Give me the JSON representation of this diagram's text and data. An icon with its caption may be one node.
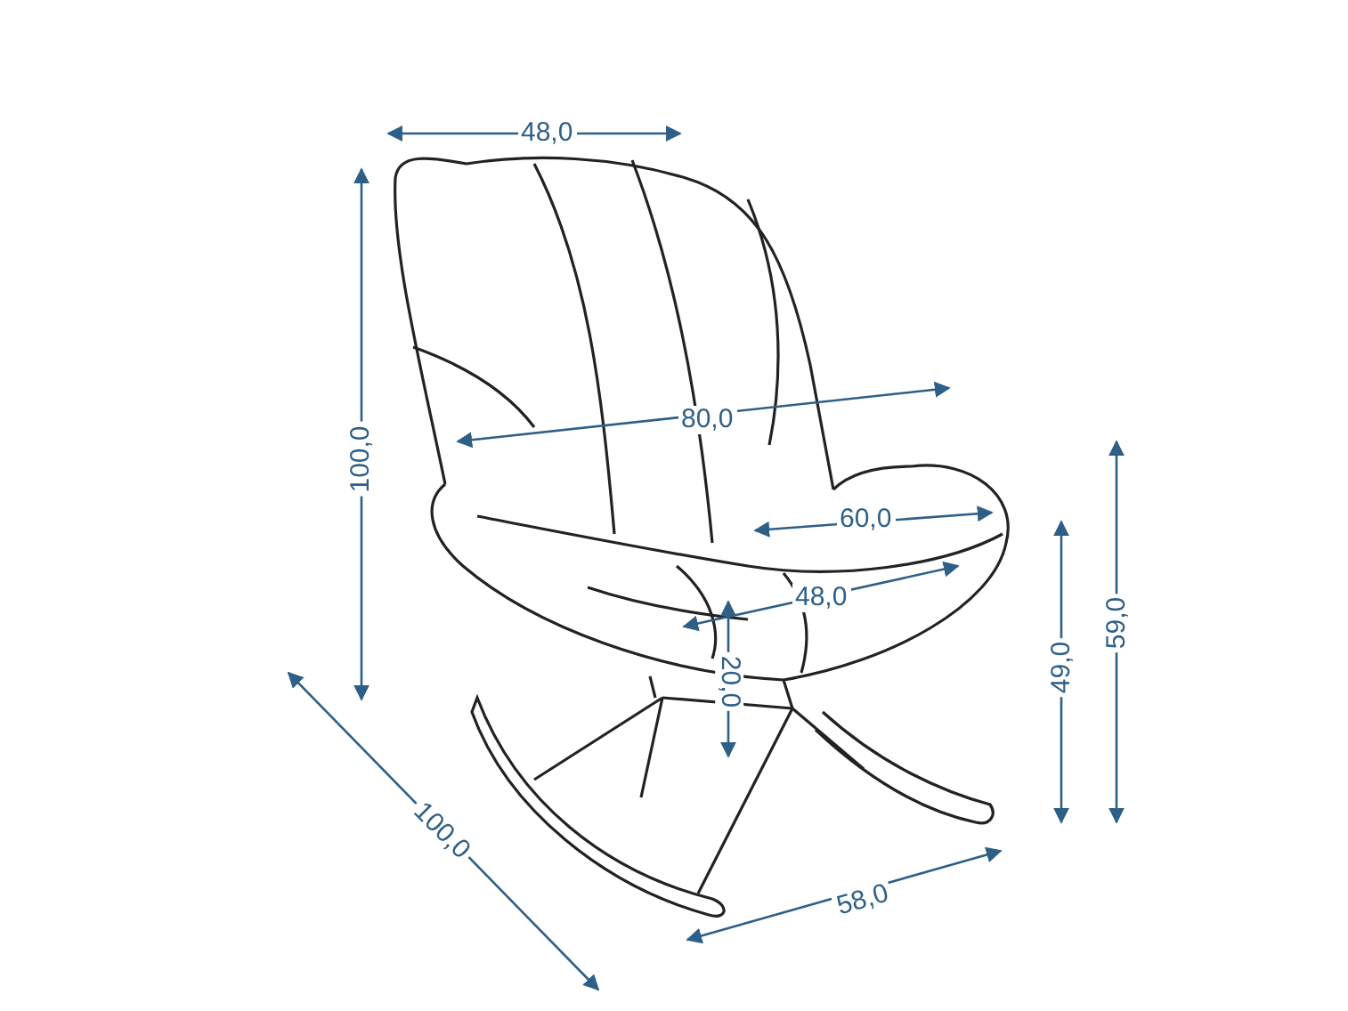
{
  "diagram": {
    "labels": [
      "48,0",
      "100,0",
      "80,0",
      "60,0",
      "48,0",
      "20,0",
      "49,0",
      "59,0",
      "100,0",
      "58,0"
    ]
  }
}
